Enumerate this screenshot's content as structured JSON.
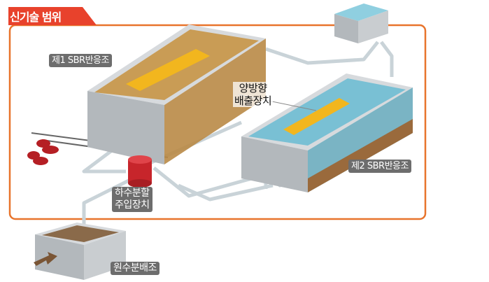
{
  "title": "신기술 범위",
  "labels": {
    "sbr1": "제1 SBR반응조",
    "sbr2": "제2 SBR반응조",
    "outlet_line1": "양방향",
    "outlet_line2": "배출장치",
    "inlet_line1": "하수분할",
    "inlet_line2": "주입장치",
    "distribution": "원수분배조"
  },
  "colors": {
    "accent": "#e8422c",
    "border": "#e8742c",
    "water": "#6fb9cf",
    "sludge": "#b7884a"
  }
}
